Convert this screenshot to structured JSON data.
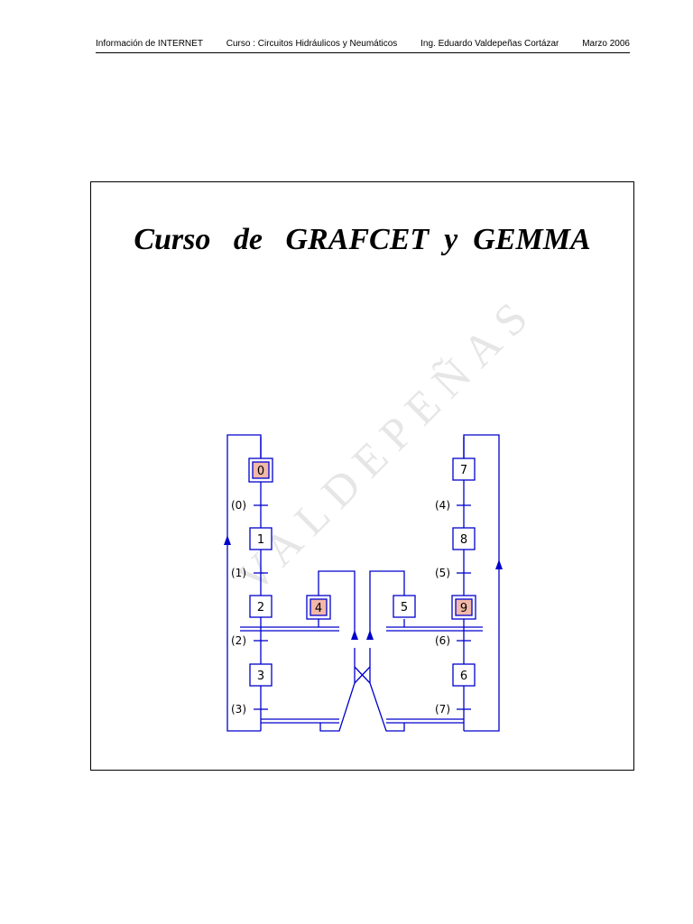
{
  "header": {
    "source": "Información de INTERNET",
    "course": "Curso : Circuitos Hidráulicos y Neumáticos",
    "author": "Ing. Eduardo Valdepeñas Cortázar",
    "date": "Marzo 2006"
  },
  "title": "Curso   de   GRAFCET  y  GEMMA",
  "watermark": "VALDEPEÑAS",
  "diagram": {
    "steps": {
      "s0": "0",
      "s1": "1",
      "s2": "2",
      "s3": "3",
      "s4": "4",
      "s5": "5",
      "s6": "6",
      "s7": "7",
      "s8": "8",
      "s9": "9"
    },
    "transitions": {
      "t0": "(0)",
      "t1": "(1)",
      "t2": "(2)",
      "t3": "(3)",
      "t4": "(4)",
      "t5": "(5)",
      "t6": "(6)",
      "t7": "(7)"
    },
    "active_steps": [
      "0",
      "4",
      "9"
    ],
    "colors": {
      "line": "#0000cc",
      "active_fill": "#f2b8a8"
    }
  }
}
